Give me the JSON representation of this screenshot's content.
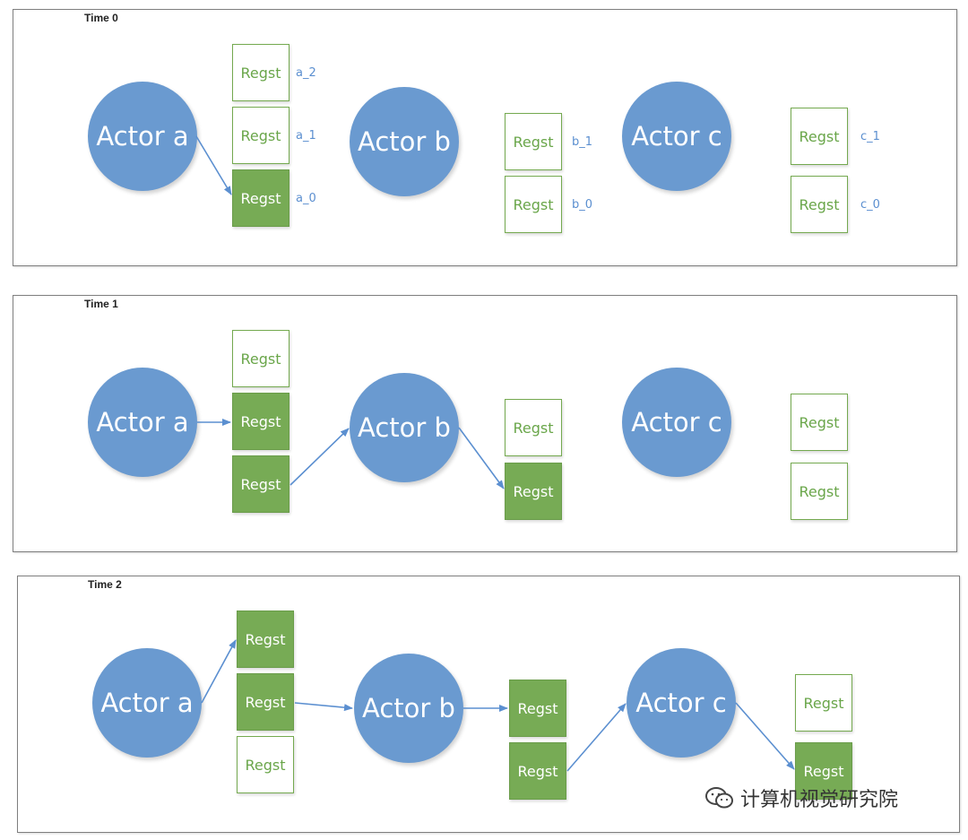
{
  "panels": [
    {
      "title": "Time 0",
      "actors": [
        "Actor a",
        "Actor b",
        "Actor c"
      ],
      "regsts": [
        {
          "text": "Regst",
          "label": "a_2"
        },
        {
          "text": "Regst",
          "label": "a_1"
        },
        {
          "text": "Regst",
          "label": "a_0"
        },
        {
          "text": "Regst",
          "label": "b_1"
        },
        {
          "text": "Regst",
          "label": "b_0"
        },
        {
          "text": "Regst",
          "label": "c_1"
        },
        {
          "text": "Regst",
          "label": "c_0"
        }
      ]
    },
    {
      "title": "Time 1",
      "actors": [
        "Actor a",
        "Actor b",
        "Actor c"
      ],
      "regsts": [
        {
          "text": "Regst"
        },
        {
          "text": "Regst"
        },
        {
          "text": "Regst"
        },
        {
          "text": "Regst"
        },
        {
          "text": "Regst"
        },
        {
          "text": "Regst"
        },
        {
          "text": "Regst"
        }
      ]
    },
    {
      "title": "Time 2",
      "actors": [
        "Actor a",
        "Actor b",
        "Actor c"
      ],
      "regsts": [
        {
          "text": "Regst"
        },
        {
          "text": "Regst"
        },
        {
          "text": "Regst"
        },
        {
          "text": "Regst"
        },
        {
          "text": "Regst"
        },
        {
          "text": "Regst"
        },
        {
          "text": "Regst"
        }
      ]
    }
  ],
  "watermark": {
    "text": "计算机视觉研究院",
    "icon": "wechat-icon"
  },
  "colors": {
    "actor": "#6a9ad0",
    "regst_filled": "#77ab55",
    "regst_border": "#74a94f",
    "arrow": "#5b8fd0"
  }
}
